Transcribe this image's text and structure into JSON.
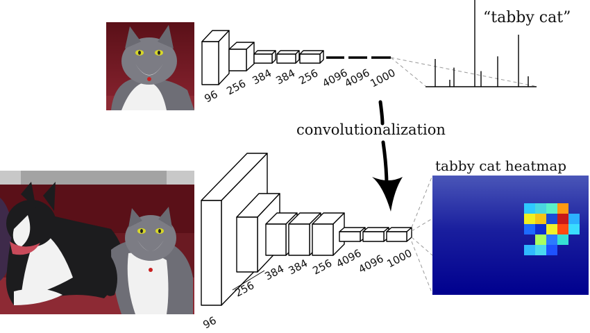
{
  "top_network": {
    "output_label": "“tabby cat”",
    "layer_labels": [
      "96",
      "256",
      "384",
      "384",
      "256",
      "4096",
      "4096",
      "1000"
    ]
  },
  "transform_label": "convolutionalization",
  "bottom_network": {
    "output_label": "tabby cat heatmap",
    "layer_labels": [
      "96",
      "256",
      "384",
      "384",
      "256",
      "4096",
      "4096",
      "1000"
    ]
  },
  "colors": {
    "cat_fur": "#7a7a80",
    "cat_dark": "#3c3c44",
    "cat_white": "#f2f2f2",
    "cat_eye": "#d6d62a",
    "couch": "#7a1c24",
    "dog_black": "#1c1c1e",
    "heatmap_top": "#4a56b8",
    "heatmap_bottom": "#00008e"
  },
  "heatmap_hot_cells": [
    {
      "col": 0,
      "row": 0,
      "color": "#2ec8ff"
    },
    {
      "col": 1,
      "row": 0,
      "color": "#49d6e0"
    },
    {
      "col": 2,
      "row": 0,
      "color": "#5af0c8"
    },
    {
      "col": 3,
      "row": 0,
      "color": "#ff9a12"
    },
    {
      "col": 0,
      "row": 1,
      "color": "#f0f020"
    },
    {
      "col": 1,
      "row": 1,
      "color": "#f5c517"
    },
    {
      "col": 2,
      "row": 1,
      "color": "#1a4bd6"
    },
    {
      "col": 3,
      "row": 1,
      "color": "#c81818"
    },
    {
      "col": 4,
      "row": 1,
      "color": "#2cb0ff"
    },
    {
      "col": 0,
      "row": 2,
      "color": "#1d6bff"
    },
    {
      "col": 1,
      "row": 2,
      "color": "#0f2fd0"
    },
    {
      "col": 2,
      "row": 2,
      "color": "#f0f22a"
    },
    {
      "col": 3,
      "row": 2,
      "color": "#ff4a10"
    },
    {
      "col": 4,
      "row": 2,
      "color": "#3adcff"
    },
    {
      "col": 1,
      "row": 3,
      "color": "#a8ff60"
    },
    {
      "col": 2,
      "row": 3,
      "color": "#2c7aff"
    },
    {
      "col": 3,
      "row": 3,
      "color": "#36e0d4"
    },
    {
      "col": 0,
      "row": 4,
      "color": "#30b8ff"
    },
    {
      "col": 1,
      "row": 4,
      "color": "#4ad8f0"
    },
    {
      "col": 2,
      "row": 4,
      "color": "#1e52ff"
    }
  ],
  "top_bar_heights": [
    0.32,
    0.08,
    0.22,
    1.0,
    0.18,
    0.35,
    0.6,
    0.12
  ]
}
